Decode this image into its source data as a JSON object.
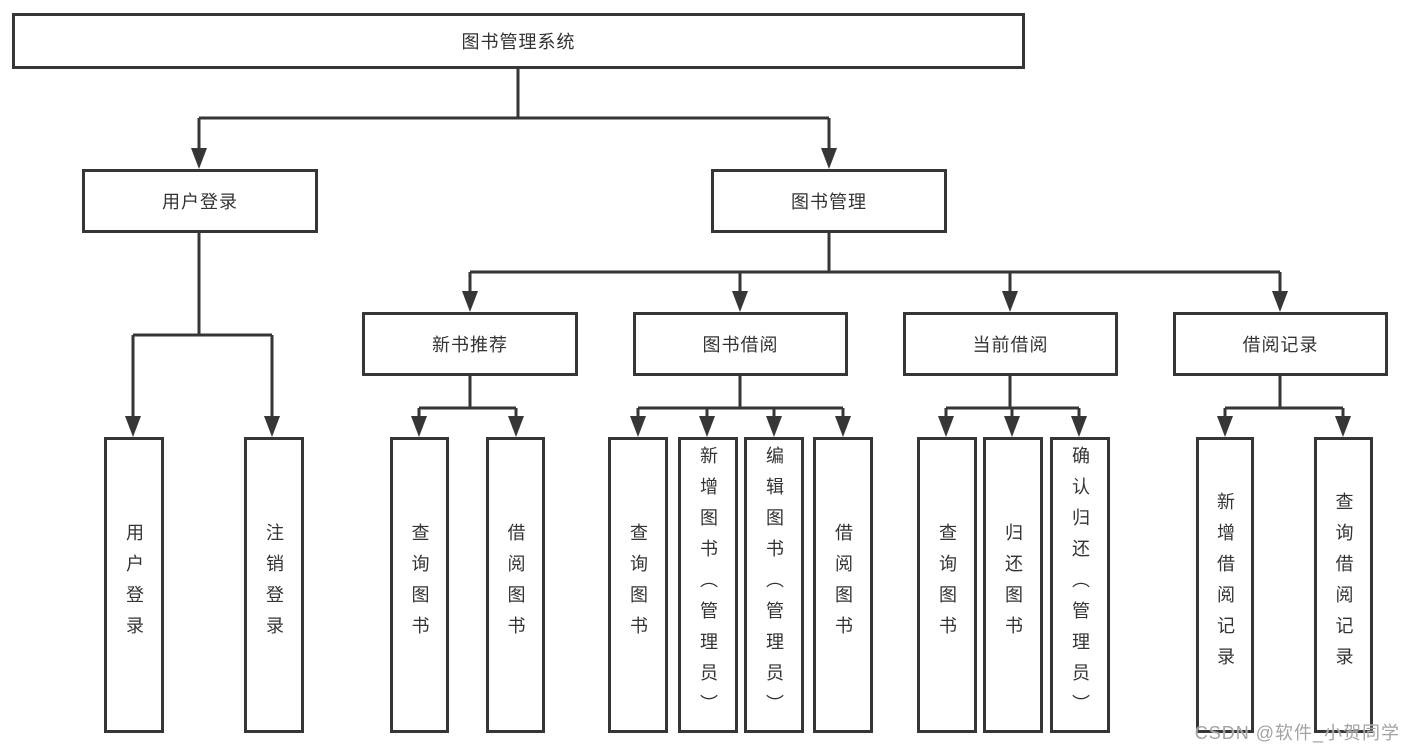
{
  "watermark": "CSDN @软件_小贺同学",
  "colors": {
    "line": "#363636",
    "box_border": "#363636",
    "text": "#333333",
    "background": "#ffffff",
    "watermark": "#a3a3a3"
  },
  "tree": {
    "root": {
      "label": "图书管理系统"
    },
    "branches": [
      {
        "label": "用户登录",
        "leaves": [
          {
            "label": "用户登录"
          },
          {
            "label": "注销登录"
          }
        ]
      },
      {
        "label": "图书管理",
        "sections": [
          {
            "label": "新书推荐",
            "leaves": [
              {
                "label": "查询图书"
              },
              {
                "label": "借阅图书"
              }
            ]
          },
          {
            "label": "图书借阅",
            "leaves": [
              {
                "label": "查询图书"
              },
              {
                "label": "新增图书（管理员）"
              },
              {
                "label": "编辑图书（管理员）"
              },
              {
                "label": "借阅图书"
              }
            ]
          },
          {
            "label": "当前借阅",
            "leaves": [
              {
                "label": "查询图书"
              },
              {
                "label": "归还图书"
              },
              {
                "label": "确认归还（管理员）"
              }
            ]
          },
          {
            "label": "借阅记录",
            "leaves": [
              {
                "label": "新增借阅记录"
              },
              {
                "label": "查询借阅记录"
              }
            ]
          }
        ]
      }
    ]
  }
}
